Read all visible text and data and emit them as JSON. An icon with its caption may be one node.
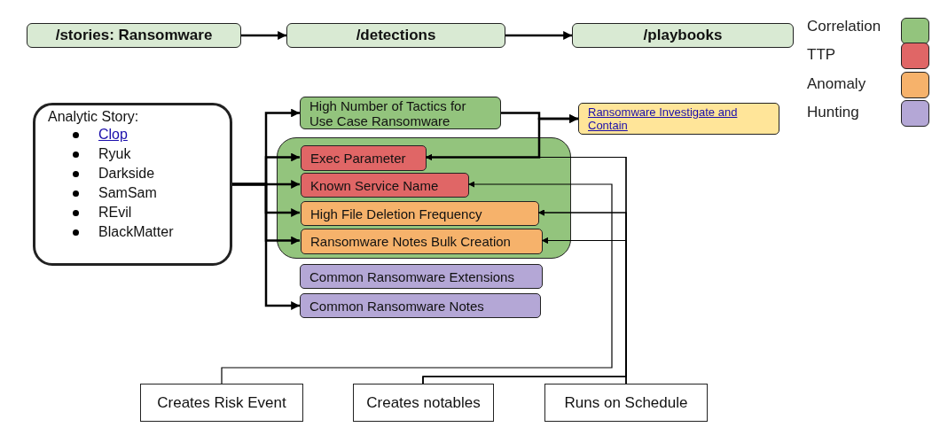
{
  "diagram": {
    "nodes": [
      {
        "text": [
          "/stories: Ransomware"
        ]
      },
      {
        "text": [
          "/detections"
        ]
      },
      {
        "text": [
          "/playbooks"
        ]
      },
      {
        "text": [
          "Analytic Story:",
          "Clop",
          "Ryuk",
          "Darkside",
          "SamSam",
          "REvil",
          "BlackMatter"
        ]
      },
      {
        "text": [
          "High Number of Tactics for Use Case Ransomware"
        ]
      },
      {
        "text": [],
        "shape": "box"
      },
      {
        "text": [
          "Exec Parameter"
        ],
        "in": 5
      },
      {
        "text": [
          "Known Service Name"
        ],
        "in": 5
      },
      {
        "text": [
          "High File Deletion Frequency"
        ],
        "in": 5
      },
      {
        "text": [
          "Ransomware Notes Bulk Creation"
        ],
        "in": 5
      },
      {
        "text": [
          "Common Ransomware Extensions"
        ]
      },
      {
        "text": [
          "Common Ransomware Notes"
        ]
      },
      {
        "text": [
          "Ransomware Investigate and Contain"
        ]
      },
      {
        "text": [
          "Creates Risk Event"
        ]
      },
      {
        "text": [
          "Creates notables"
        ]
      },
      {
        "text": [
          "Runs on Schedule"
        ]
      }
    ],
    "edges": [
      {
        "from": 0,
        "to": 1,
        "arrow": "to"
      },
      {
        "from": 1,
        "to": 2,
        "arrow": "to"
      },
      {
        "from": 3,
        "to": 4,
        "arrow": "to"
      },
      {
        "from": 3,
        "to": 6,
        "arrow": "to"
      },
      {
        "from": 3,
        "to": 7,
        "arrow": "to"
      },
      {
        "from": 3,
        "to": 8,
        "arrow": "to"
      },
      {
        "from": 3,
        "to": 9,
        "arrow": "to"
      },
      {
        "from": 3,
        "to": 11,
        "arrow": "to"
      },
      {
        "from": 4,
        "to": 12,
        "arrow": "to"
      },
      {
        "from": 6,
        "to": 12,
        "arrow": "to"
      },
      {
        "from": 15,
        "to": 6,
        "arrow": "to"
      },
      {
        "from": 15,
        "to": 8,
        "arrow": "to"
      },
      {
        "from": 15,
        "to": 9,
        "arrow": "to"
      },
      {
        "from": 14,
        "to": 6,
        "arrow": "to"
      },
      {
        "from": 14,
        "to": 8,
        "arrow": "to"
      },
      {
        "from": 14,
        "to": 9,
        "arrow": "to"
      },
      {
        "from": 13,
        "to": 7,
        "arrow": "to"
      }
    ],
    "legend": [
      {
        "text": "Correlation",
        "color": "#93c47d"
      },
      {
        "text": "TTP",
        "color": "#e06666"
      },
      {
        "text": "Anomaly",
        "color": "#f6b26b"
      },
      {
        "text": "Hunting",
        "color": "#b4a7d6"
      }
    ]
  }
}
